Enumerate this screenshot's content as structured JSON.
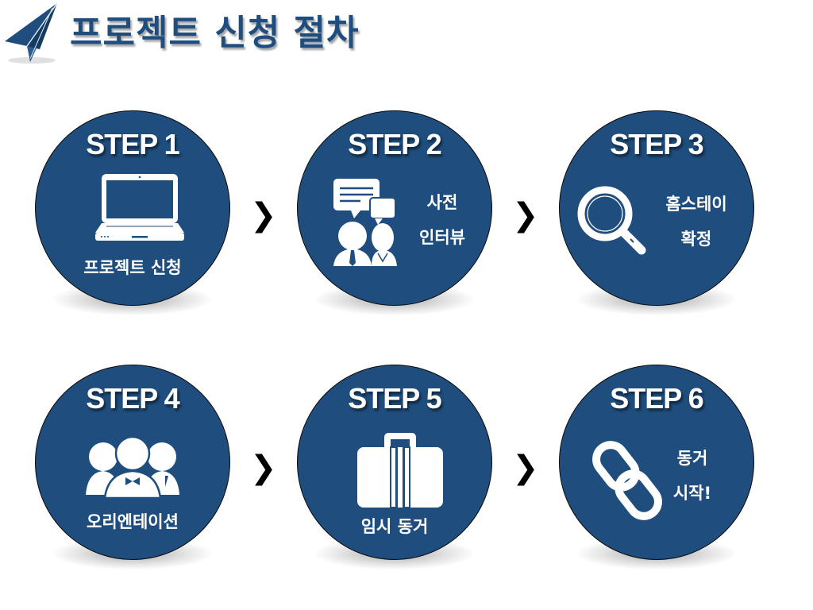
{
  "header": {
    "title": "프로젝트 신청 절차",
    "logo_icon": "paper-plane-icon"
  },
  "colors": {
    "primary": "#1f4e7e",
    "text_on_primary": "#ffffff",
    "arrow": "#000000"
  },
  "steps": [
    {
      "label": "STEP 1",
      "icon": "laptop-icon",
      "caption_lines": [
        "프로젝트 신청"
      ]
    },
    {
      "label": "STEP 2",
      "icon": "interview-icon",
      "caption_lines": [
        "사전",
        "인터뷰"
      ]
    },
    {
      "label": "STEP 3",
      "icon": "magnifier-icon",
      "caption_lines": [
        "홈스테이",
        "확정"
      ]
    },
    {
      "label": "STEP 4",
      "icon": "group-icon",
      "caption_lines": [
        "오리엔테이션"
      ]
    },
    {
      "label": "STEP 5",
      "icon": "suitcase-icon",
      "caption_lines": [
        "임시 동거"
      ]
    },
    {
      "label": "STEP 6",
      "icon": "chain-link-icon",
      "caption_lines": [
        "동거",
        "시작!"
      ]
    }
  ],
  "arrows": {
    "glyph": "❯"
  }
}
